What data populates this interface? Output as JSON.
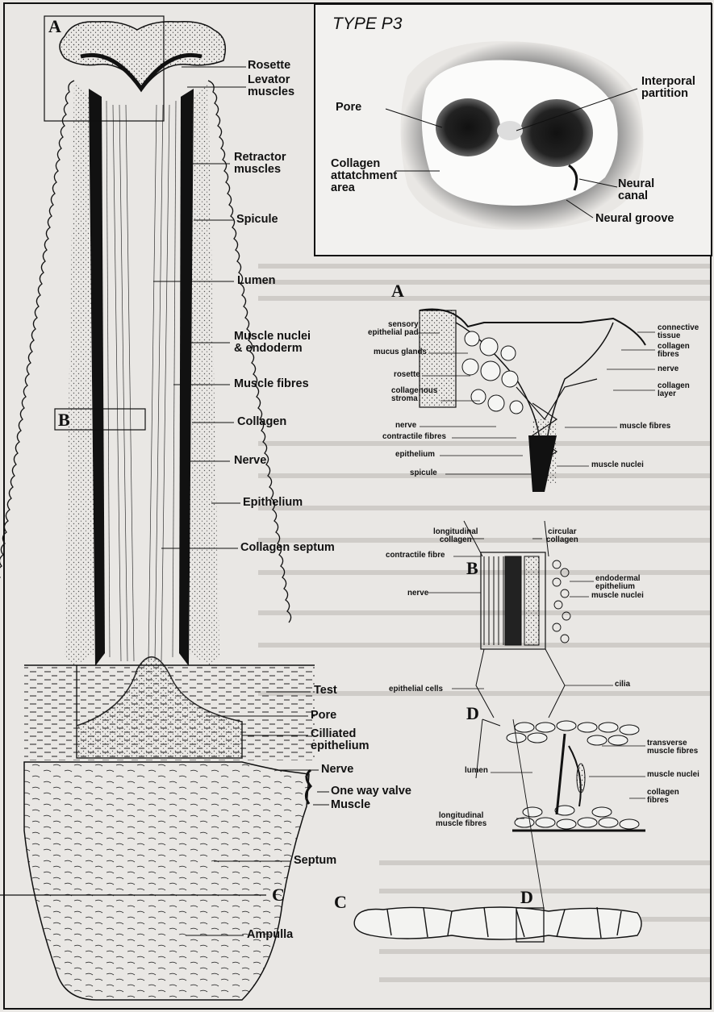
{
  "inset": {
    "title": "TYPE P3",
    "labels": {
      "pore": "Pore",
      "interporal": "Interporal\npartition",
      "collagen_area": "Collagen\nattatchment\narea",
      "neural_canal": "Neural\ncanal",
      "neural_groove": "Neural groove"
    }
  },
  "main": {
    "labels": {
      "rosette": "Rosette",
      "levator": "Levator\nmuscles",
      "retractor": "Retractor\nmuscles",
      "spicule": "Spicule",
      "lumen": "Lumen",
      "muscle_nuclei": "Muscle nuclei\n& endoderm",
      "muscle_fibres": "Muscle fibres",
      "collagen": "Collagen",
      "nerve": "Nerve",
      "epithelium": "Epithelium",
      "collagen_septum": "Collagen septum",
      "test": "Test",
      "pore": "Pore",
      "ciliated": "Cilliated\nepithelium",
      "nerve2": "Nerve",
      "valve": "One way valve",
      "muscle": "Muscle",
      "septum": "Septum",
      "ampulla": "Ampulla"
    }
  },
  "detail": {
    "labels": {
      "sensory": "sensory\nepithelial pad",
      "mucus": "mucus glands",
      "rosette": "rosette",
      "stroma": "collagenous\nstroma",
      "nerve": "nerve",
      "contractile": "contractile fibres",
      "epithelium": "epithelium",
      "spicule": "spicule",
      "connective": "connective\ntissue",
      "collagen_fibres": "collagen\nfibres",
      "nerve_r": "nerve",
      "collagen_layer": "collagen\nlayer",
      "muscle_fibres": "muscle fibres",
      "muscle_nuclei": "muscle nuclei",
      "long_collagen": "longitudinal\ncollagen",
      "circ_collagen": "circular\ncollagen",
      "contractile_fibre": "contractile fibre",
      "endodermal": "endodermal\nepithelium",
      "nerve_b": "nerve",
      "muscle_nuclei_b": "muscle nuclei",
      "epithelial_cells": "epithelial cells",
      "cilia": "cilia",
      "transverse": "transverse\nmuscle fibres",
      "lumen": "lumen",
      "muscle_nuclei_d": "muscle nuclei",
      "collagen_fibres_d": "collagen\nfibres",
      "long_muscle": "longitudinal\nmuscle fibres"
    }
  },
  "letters": {
    "a_main": "A",
    "b_main": "B",
    "c_main": "C",
    "a_detail": "A",
    "b_detail": "B",
    "d_detail": "D",
    "c_detail": "C",
    "d_box": "D"
  }
}
